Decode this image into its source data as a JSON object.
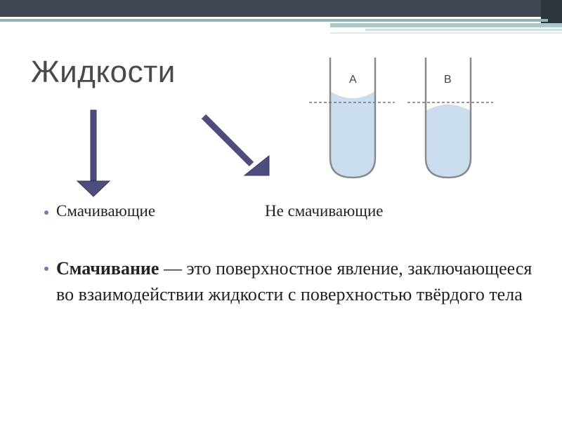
{
  "slide": {
    "title": "Жидкости",
    "bullets": {
      "wetting": "Смачивающие",
      "non_wetting": "Не смачивающие"
    },
    "definition": {
      "term": "Смачивание",
      "text": " — это поверхностное явление, заключающееся во взаимодействии жидкости с поверхностью твёрдого тела"
    },
    "tubes": [
      {
        "label": "A"
      },
      {
        "label": "B"
      }
    ]
  },
  "colors": {
    "arrow_fill": "#4d4d80",
    "bullet": "#6f7fb3",
    "liquid": "#c9ddef",
    "top_bar_dark": "#3f4650",
    "top_bar_teal": "#8eb4b8"
  }
}
